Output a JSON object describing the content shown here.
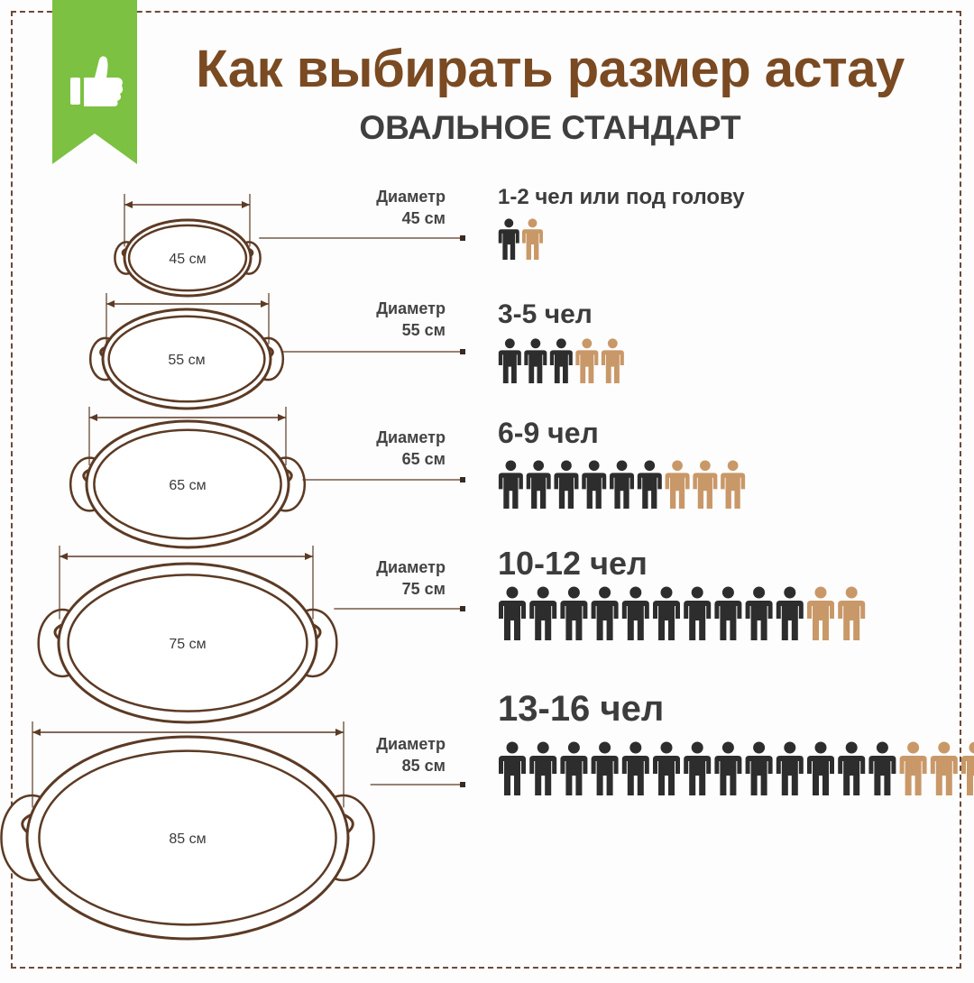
{
  "title": "Как выбирать размер астау",
  "subtitle": "ОВАЛЬНОЕ СТАНДАРТ",
  "badge_icon": "thumbs-up-icon",
  "colors": {
    "brand_brown": "#7a4a22",
    "tray_brown": "#5c3a24",
    "person_dark": "#2d2d2d",
    "person_tan": "#c99868",
    "badge_green": "#7cc142"
  },
  "sizes": [
    {
      "diameter_word": "Диаметр",
      "diameter_value": "45 см",
      "oval_label": "45 см",
      "people_label": "1-2 чел или под голову",
      "people_dark": 1,
      "people_tan": 1
    },
    {
      "diameter_word": "Диаметр",
      "diameter_value": "55 см",
      "oval_label": "55 см",
      "people_label": "3-5 чел",
      "people_dark": 3,
      "people_tan": 2
    },
    {
      "diameter_word": "Диаметр",
      "diameter_value": "65 см",
      "oval_label": "65 см",
      "people_label": "6-9 чел",
      "people_dark": 6,
      "people_tan": 3
    },
    {
      "diameter_word": "Диаметр",
      "diameter_value": "75 см",
      "oval_label": "75 см",
      "people_label": "10-12 чел",
      "people_dark": 10,
      "people_tan": 2
    },
    {
      "diameter_word": "Диаметр",
      "diameter_value": "85 см",
      "oval_label": "85 см",
      "people_label": "13-16 чел",
      "people_dark": 13,
      "people_tan": 3
    }
  ]
}
